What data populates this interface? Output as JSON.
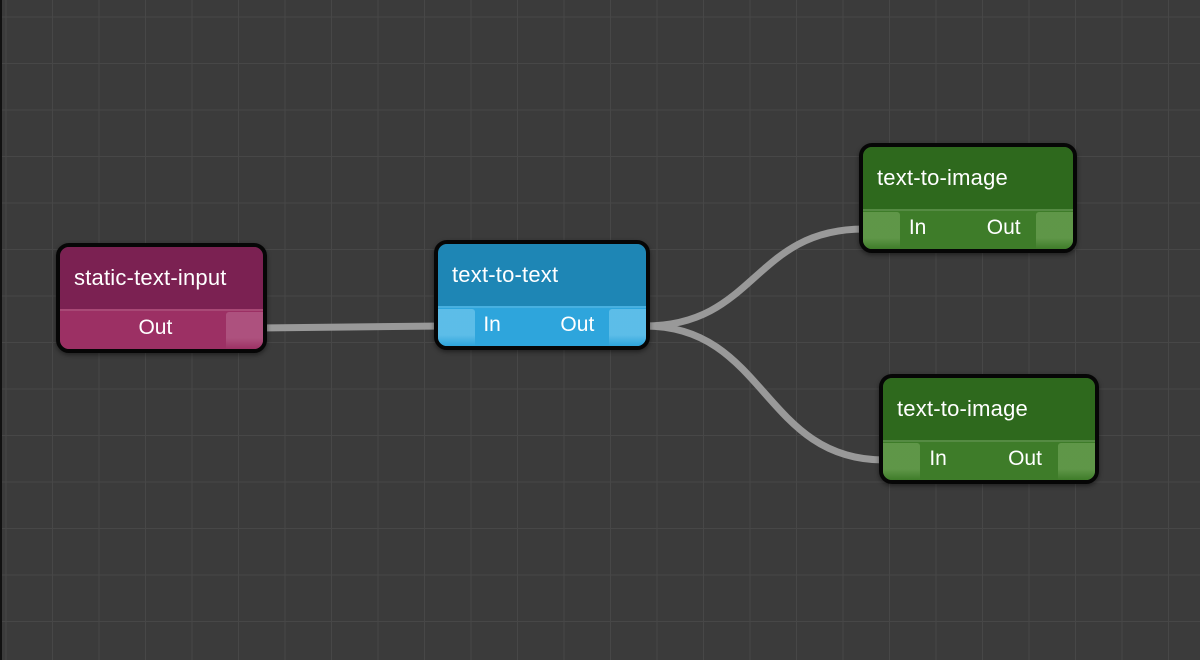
{
  "canvas": {
    "background": "#3b3b3b",
    "grid_line_color": "#474747",
    "edge_color": "#999999",
    "text_color": "#ffffff"
  },
  "nodes": [
    {
      "title": "static-text-input",
      "colors": {
        "title_bg": "#7b2152",
        "row_bg": "#9c3064",
        "pad_bg": "#ae537f"
      },
      "ports": {
        "out": "Out"
      }
    },
    {
      "title": "text-to-text",
      "colors": {
        "title_bg": "#1e86b5",
        "row_bg": "#2ea5dc",
        "pad_bg": "#5fbee9"
      },
      "ports": {
        "in": "In",
        "out": "Out"
      }
    },
    {
      "title": "text-to-image",
      "colors": {
        "title_bg": "#2e691d",
        "row_bg": "#3e7c29",
        "pad_bg": "#61984a"
      },
      "ports": {
        "in": "In",
        "out": "Out"
      }
    },
    {
      "title": "text-to-image",
      "colors": {
        "title_bg": "#2e691d",
        "row_bg": "#3e7c29",
        "pad_bg": "#61984a"
      },
      "ports": {
        "in": "In",
        "out": "Out"
      }
    }
  ],
  "edges": [
    {
      "from": "static-text-input.Out",
      "to": "text-to-text.In"
    },
    {
      "from": "text-to-text.Out",
      "to": "text-to-image-top.In"
    },
    {
      "from": "text-to-text.Out",
      "to": "text-to-image-bottom.In"
    }
  ]
}
